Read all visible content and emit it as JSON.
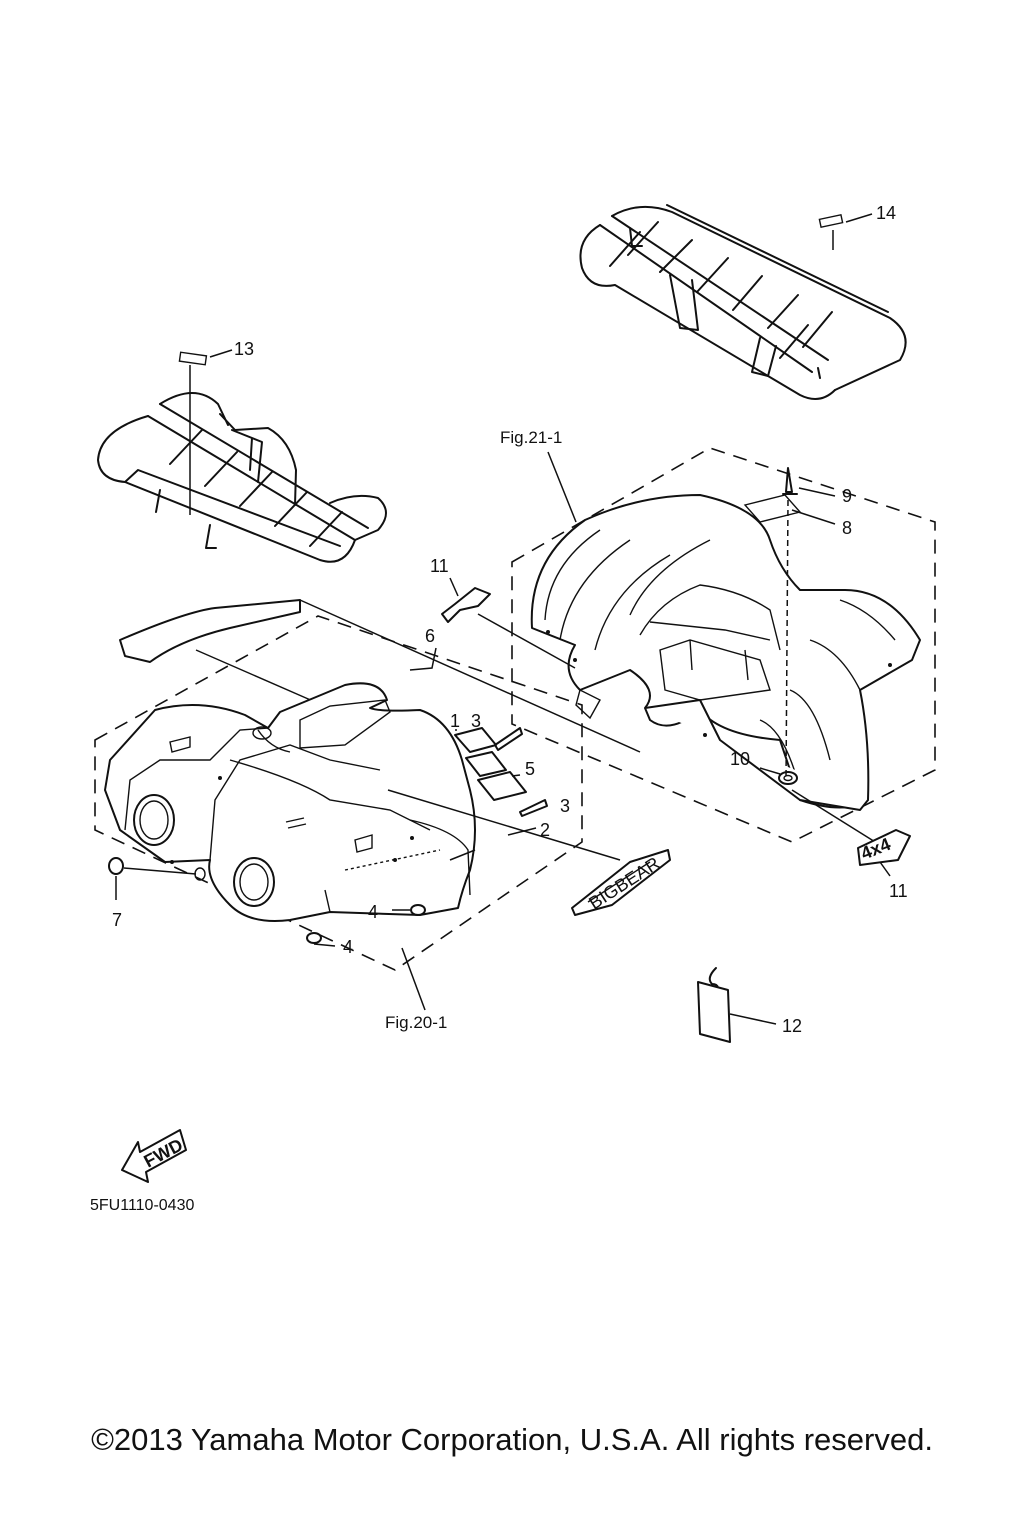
{
  "callouts": {
    "c1": "1",
    "c2": "2",
    "c3a": "3",
    "c3b": "3",
    "c4a": "4",
    "c4b": "4",
    "c5": "5",
    "c6": "6",
    "c7": "7",
    "c8": "8",
    "c9": "9",
    "c10": "10",
    "c11a": "11",
    "c11b": "11",
    "c12": "12",
    "c13": "13",
    "c14": "14"
  },
  "figure_refs": {
    "rear": "Fig.21-1",
    "front": "Fig.20-1"
  },
  "fwd_label": "FWD",
  "decal_text": {
    "bigbear": "BIGBEAR",
    "four_by_four": "4x4"
  },
  "diagram_code": "5FU1110-0430",
  "copyright": "©2013 Yamaha Motor Corporation, U.S.A. All rights reserved.",
  "icons": {
    "direction": "fwd-arrow-icon"
  }
}
